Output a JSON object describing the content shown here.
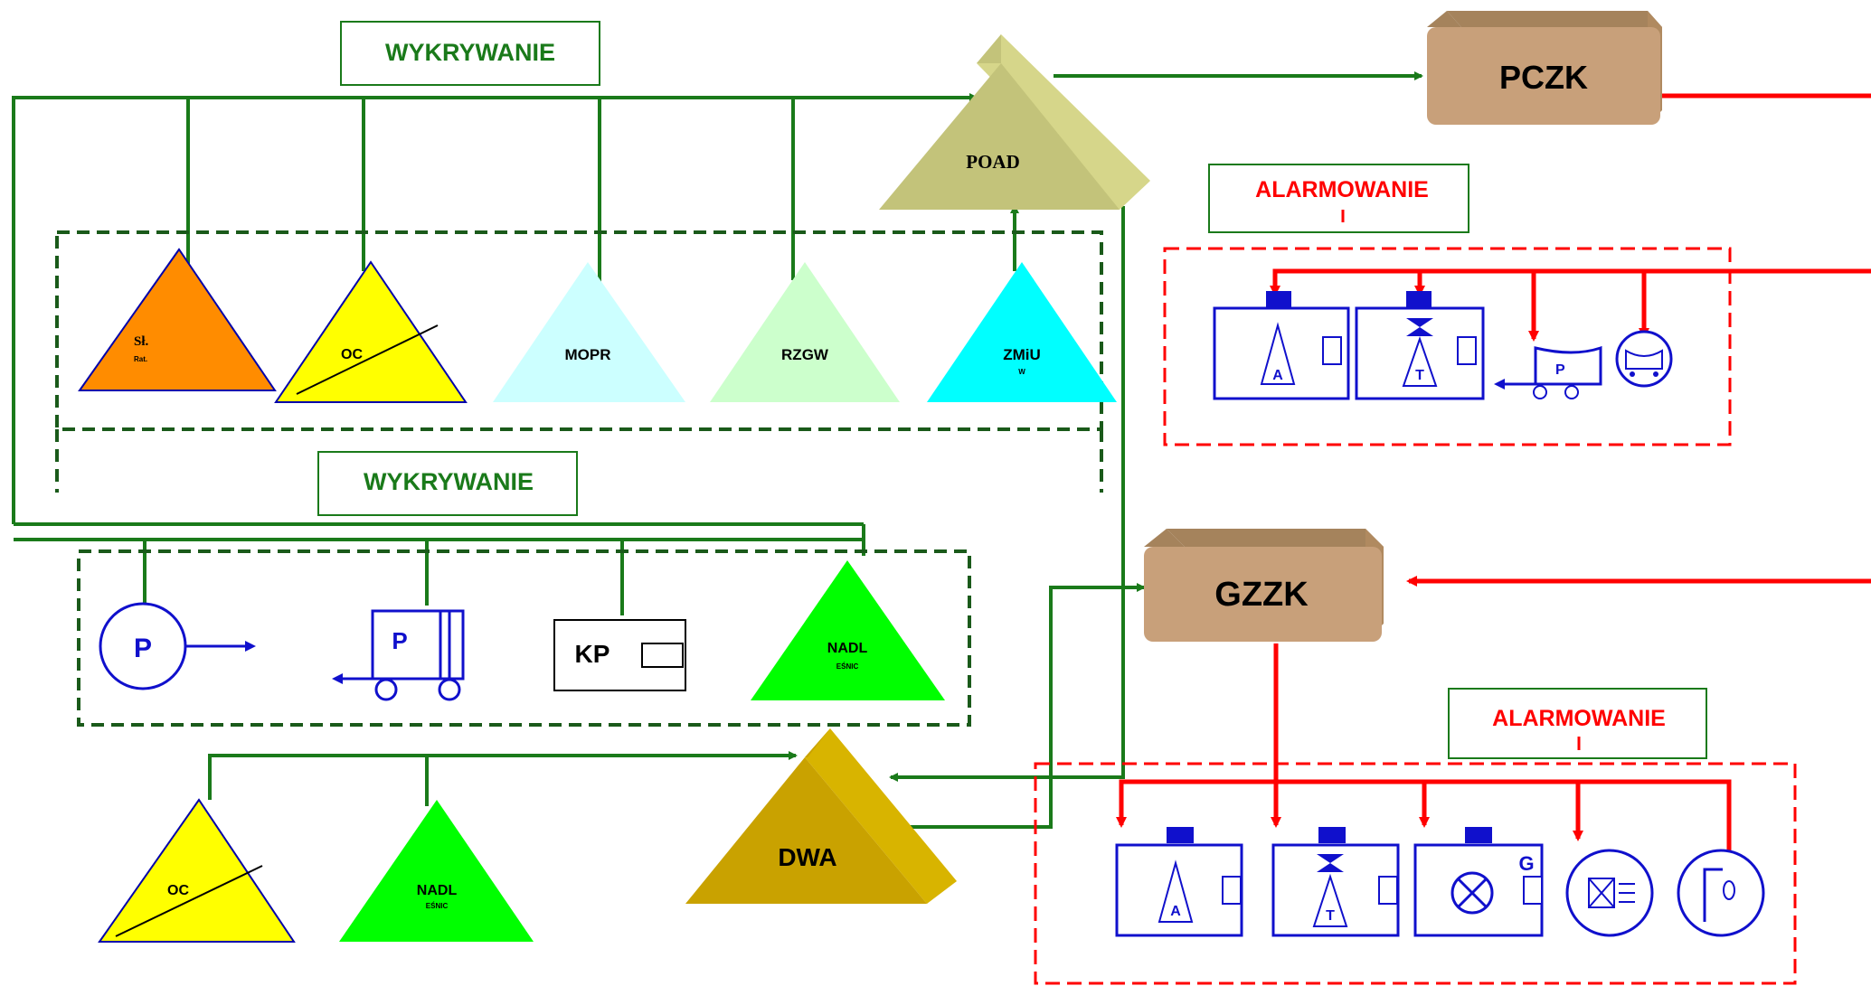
{
  "labels": {
    "wykrywanie_top": "WYKRYWANIE",
    "wykrywanie_mid": "WYKRYWANIE",
    "alarmowanie_top": "ALARMOWANIE",
    "alarmowanie_bottom": "ALARMOWANIE",
    "pczk": "PCZK",
    "gzzk": "GZZK",
    "poad": "POAD",
    "dwa": "DWA",
    "sl_top": "Sł.",
    "sl_bottom": "Rat.",
    "oc_upper": "OC",
    "mopr": "MOPR",
    "rzgw": "RZGW",
    "zmiu_top": "ZMiU",
    "zmiu_bottom": "W",
    "kp": "KP",
    "nadl_top_1": "NADL",
    "nadl_top_2": "EŚNIC",
    "oc_lower": "OC",
    "nadl_bottom_1": "NADL",
    "nadl_bottom_2": "EŚNIC",
    "siren_a": "A",
    "siren_t": "T",
    "siren_g": "G",
    "pump_p": "P"
  },
  "colors": {
    "green_line": "#1a7a1a",
    "red_line": "#ff0000",
    "blue_icon": "#1010cc",
    "orange": "#ff8c00",
    "yellow": "#ffff00",
    "light_cyan": "#ccffff",
    "light_green": "#ccffcc",
    "cyan": "#00ffff",
    "bright_green": "#00ff00",
    "khaki": "#c3c37a",
    "gold": "#c9a200",
    "brown": "#c8a07a"
  },
  "icons": [
    "siren-a-icon",
    "siren-t-icon",
    "siren-g-icon",
    "pump-p-icon",
    "mobile-pump-icon",
    "loudspeaker-icon",
    "phone-icon",
    "cart-icon",
    "kp-icon"
  ]
}
